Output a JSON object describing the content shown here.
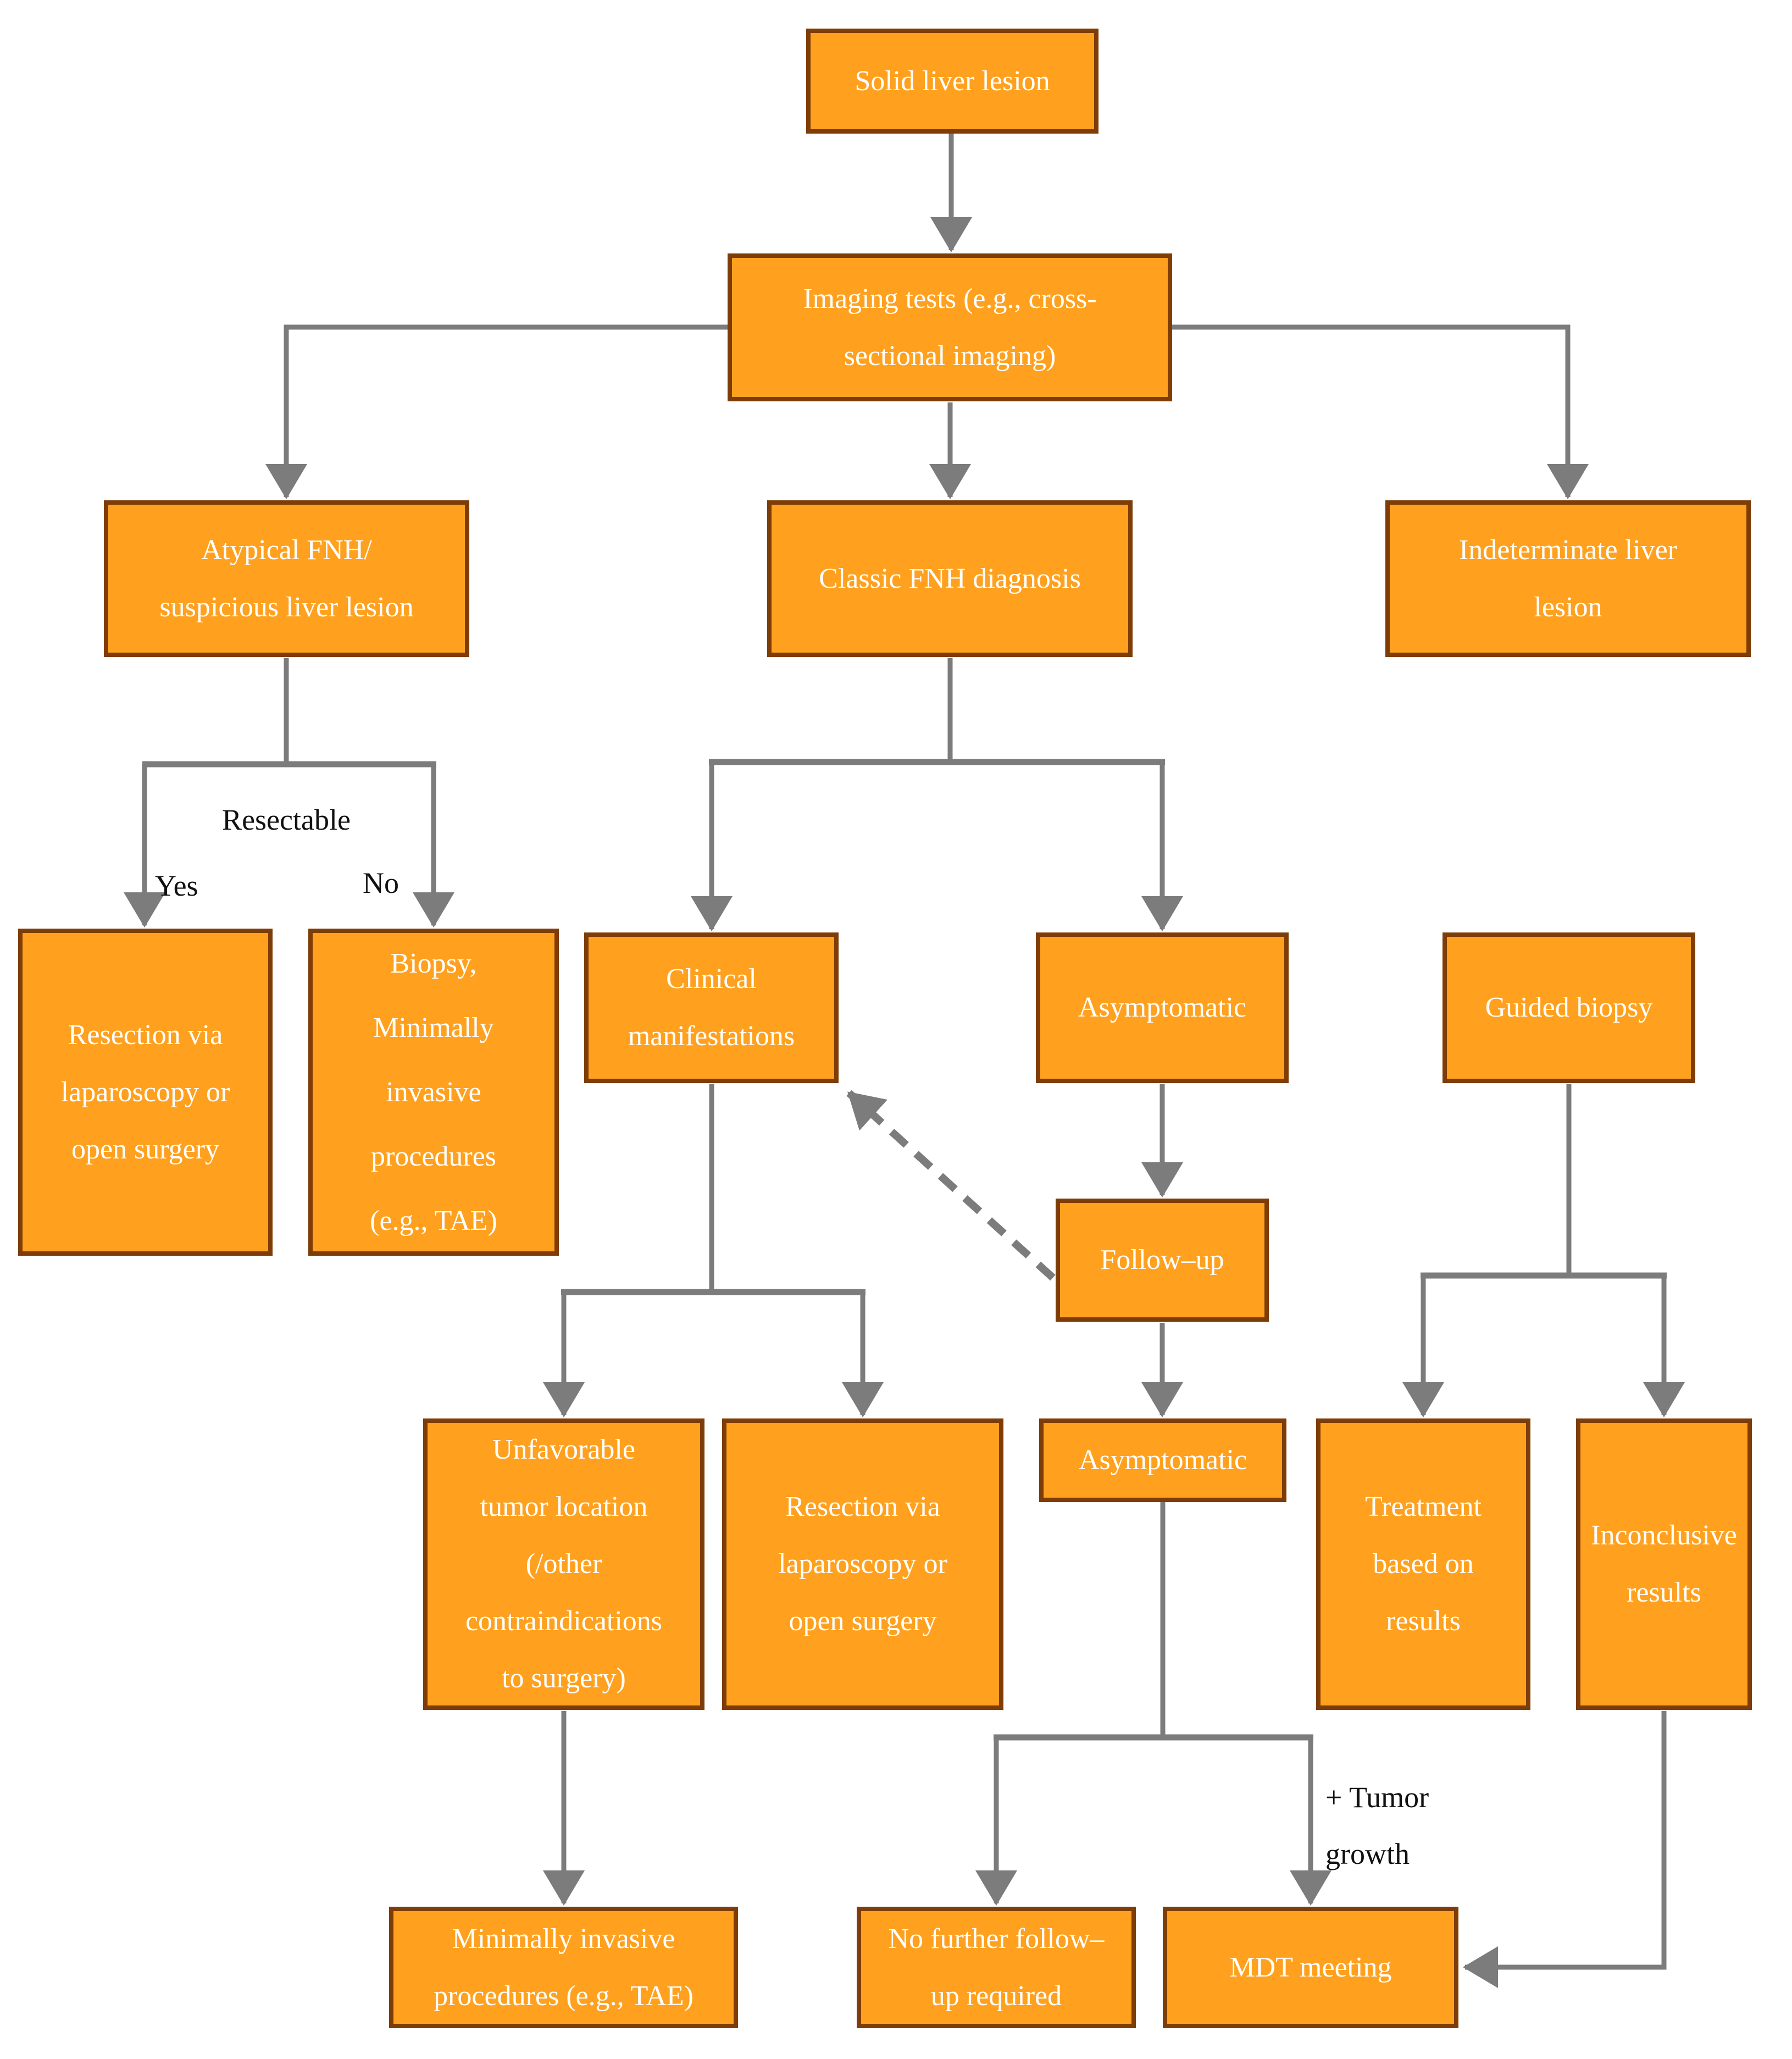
{
  "diagram": {
    "nodes": {
      "solid_liver_lesion": {
        "label": "Solid liver lesion"
      },
      "imaging_tests": {
        "label": "Imaging tests (e.g., cross-\nsectional imaging)"
      },
      "atypical_fnh": {
        "label": "Atypical FNH/\nsuspicious liver lesion"
      },
      "classic_fnh": {
        "label": "Classic FNH diagnosis"
      },
      "indeterminate_lesion": {
        "label": "Indeterminate liver\nlesion"
      },
      "resection_left": {
        "label": "Resection via\nlaparoscopy or\nopen surgery"
      },
      "biopsy_tae": {
        "label": "Biopsy,\nMinimally\ninvasive\nprocedures\n(e.g., TAE)"
      },
      "clinical_manifestations": {
        "label": "Clinical\nmanifestations"
      },
      "asymptomatic_upper": {
        "label": "Asymptomatic"
      },
      "guided_biopsy": {
        "label": "Guided biopsy"
      },
      "follow_up": {
        "label": "Follow–up"
      },
      "unfavorable_location": {
        "label": "Unfavorable\ntumor location\n(/other\ncontraindications\nto surgery)"
      },
      "resection_mid": {
        "label": "Resection via\nlaparoscopy or\nopen surgery"
      },
      "asymptomatic_lower": {
        "label": "Asymptomatic"
      },
      "treatment_results": {
        "label": "Treatment\nbased on\nresults"
      },
      "inconclusive_results": {
        "label": "Inconclusive\nresults"
      },
      "minimally_invasive": {
        "label": "Minimally invasive\nprocedures (e.g., TAE)"
      },
      "no_further_followup": {
        "label": "No further follow–\nup required"
      },
      "mdt_meeting": {
        "label": "MDT meeting"
      }
    },
    "edge_labels": {
      "resectable": "Resectable",
      "yes": "Yes",
      "no": "No",
      "tumor_growth": "+ Tumor\ngrowth"
    },
    "colors": {
      "node_fill": "#FFA11E",
      "node_border": "#7E3D06",
      "node_text": "#FFFFFF",
      "connector": "#7C7C7C",
      "label_text": "#111111",
      "background": "#FFFFFF"
    }
  }
}
